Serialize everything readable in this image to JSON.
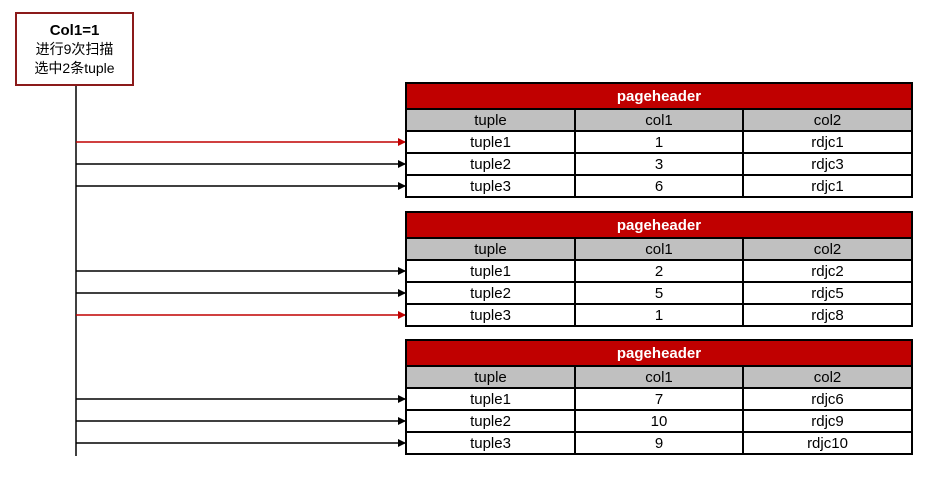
{
  "query": {
    "title": "Col1=1",
    "line1": "进行9次扫描",
    "line2": "选中2条tuple"
  },
  "pages": [
    {
      "header": "pageheader",
      "columns": [
        "tuple",
        "col1",
        "col2"
      ],
      "rows": [
        {
          "tuple": "tuple1",
          "col1": "1",
          "col2": "rdjc1",
          "selected": true
        },
        {
          "tuple": "tuple2",
          "col1": "3",
          "col2": "rdjc3",
          "selected": false
        },
        {
          "tuple": "tuple3",
          "col1": "6",
          "col2": "rdjc1",
          "selected": false
        }
      ]
    },
    {
      "header": "pageheader",
      "columns": [
        "tuple",
        "col1",
        "col2"
      ],
      "rows": [
        {
          "tuple": "tuple1",
          "col1": "2",
          "col2": "rdjc2",
          "selected": false
        },
        {
          "tuple": "tuple2",
          "col1": "5",
          "col2": "rdjc5",
          "selected": false
        },
        {
          "tuple": "tuple3",
          "col1": "1",
          "col2": "rdjc8",
          "selected": true
        }
      ]
    },
    {
      "header": "pageheader",
      "columns": [
        "tuple",
        "col1",
        "col2"
      ],
      "rows": [
        {
          "tuple": "tuple1",
          "col1": "7",
          "col2": "rdjc6",
          "selected": false
        },
        {
          "tuple": "tuple2",
          "col1": "10",
          "col2": "rdjc9",
          "selected": false
        },
        {
          "tuple": "tuple3",
          "col1": "9",
          "col2": "rdjc10",
          "selected": false
        }
      ]
    }
  ],
  "colors": {
    "header_bg": "#c00000",
    "colhead_bg": "#c0c0c0",
    "selected_arrow": "#c00000",
    "scan_arrow": "#000000",
    "query_border": "#8b1a1a"
  }
}
